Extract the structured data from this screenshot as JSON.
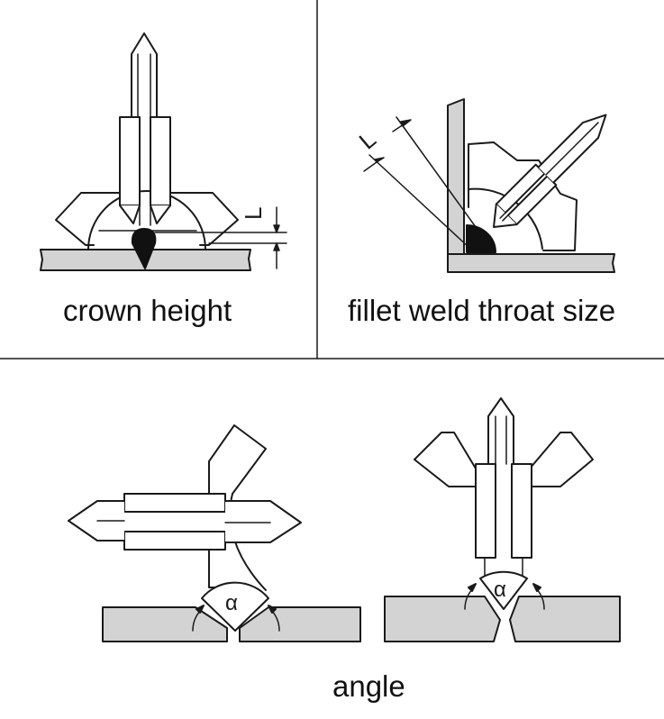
{
  "captions": {
    "crown": "crown height",
    "fillet": "fillet weld throat size",
    "angle": "angle"
  },
  "symbols": {
    "length": "L",
    "alpha": "α"
  },
  "colors": {
    "stroke": "#1a1a1a",
    "plate_fill": "#d3d3d3",
    "weld_fill": "#111111",
    "background": "#ffffff"
  }
}
